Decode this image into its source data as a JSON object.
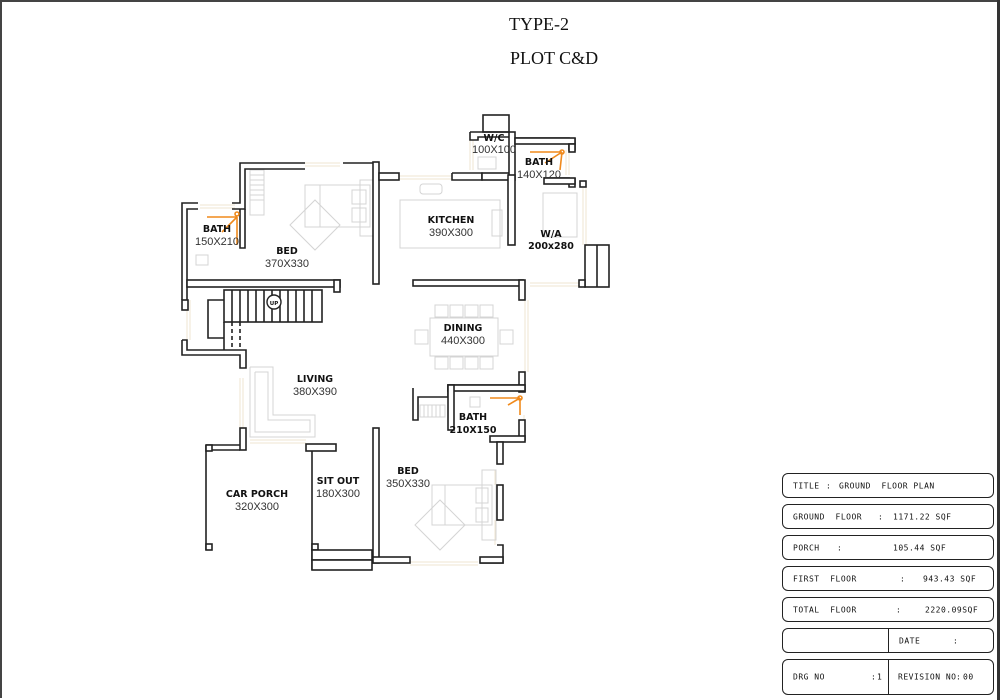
{
  "header": {
    "title_line1": "TYPE-2",
    "title_line2": "PLOT C&D"
  },
  "rooms": [
    {
      "id": "bath-1",
      "name": "BATH",
      "dim": "150X210"
    },
    {
      "id": "bed-1",
      "name": "BED",
      "dim": "370X330"
    },
    {
      "id": "wc",
      "name": "W/C",
      "dim": "100X100"
    },
    {
      "id": "bath-2",
      "name": "BATH",
      "dim": "140X120"
    },
    {
      "id": "kitchen",
      "name": "KITCHEN",
      "dim": "390X300"
    },
    {
      "id": "work-area",
      "name": "W/A",
      "dim": "200x280"
    },
    {
      "id": "dining",
      "name": "DINING",
      "dim": "440X300"
    },
    {
      "id": "living",
      "name": "LIVING",
      "dim": "380X390"
    },
    {
      "id": "bath-3",
      "name": "BATH",
      "dim": "210X150"
    },
    {
      "id": "car-porch",
      "name": "CAR PORCH",
      "dim": "320X300"
    },
    {
      "id": "sit-out",
      "name": "SIT OUT",
      "dim": "180X300"
    },
    {
      "id": "bed-2",
      "name": "BED",
      "dim": "350X330"
    }
  ],
  "stair": {
    "label": "UP"
  },
  "title_block": {
    "title_label": "TITLE",
    "title_value": "GROUND  FLOOR PLAN",
    "ground_floor_label": "GROUND  FLOOR",
    "ground_floor_value": "1171.22 SQF",
    "porch_label": "PORCH",
    "porch_value": "105.44 SQF",
    "first_floor_label": "FIRST  FLOOR",
    "first_floor_value": "943.43 SQF",
    "total_floor_label": "TOTAL  FLOOR",
    "total_floor_value": "2220.09SQF",
    "date_label": "DATE",
    "date_value": "",
    "drg_no_label": "DRG NO",
    "drg_no_value": "1",
    "revision_no_label": "REVISION NO",
    "revision_no_value": "00",
    "separator": ":"
  }
}
